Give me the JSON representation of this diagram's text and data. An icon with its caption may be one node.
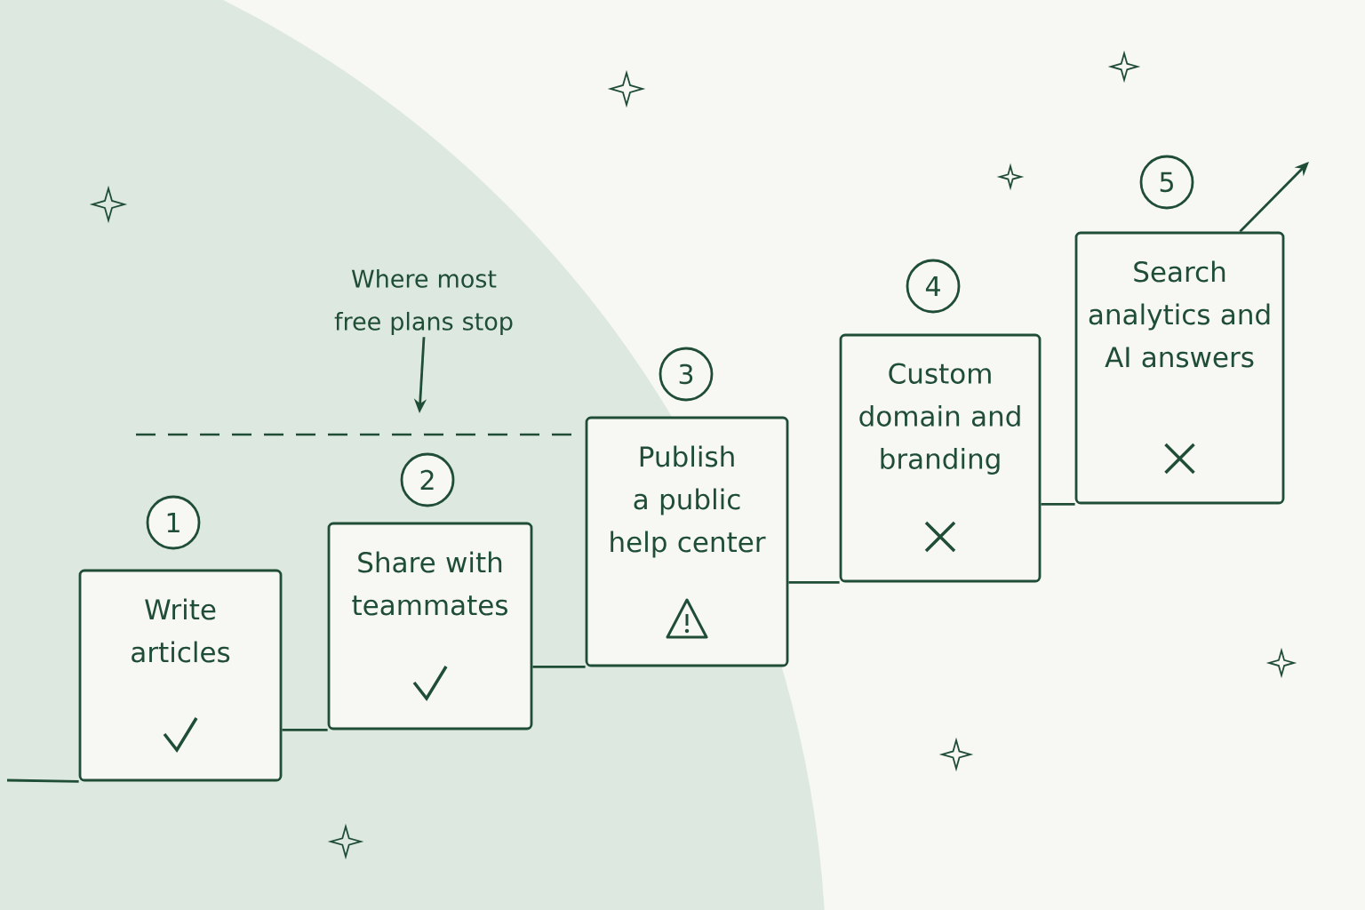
{
  "diagram": {
    "nodes": [
      {
        "text": [
          "Where most free plans stop"
        ]
      },
      {
        "text": [
          "1"
        ]
      },
      {
        "text": [
          "Write articles"
        ]
      },
      {
        "text": [
          "2"
        ]
      },
      {
        "text": [
          "Share with teammates"
        ]
      },
      {
        "text": [
          "3"
        ]
      },
      {
        "text": [
          "Publish a public help center"
        ]
      },
      {
        "text": [
          "4"
        ]
      },
      {
        "text": [
          "Custom domain and branding"
        ]
      },
      {
        "text": [
          "5"
        ]
      },
      {
        "text": [
          "Search analytics and AI answers"
        ]
      }
    ],
    "edges": [
      {
        "from": 0,
        "to": null,
        "arrow": "to"
      },
      {
        "from": null,
        "to": 2,
        "arrow": "none"
      },
      {
        "from": 2,
        "to": 4,
        "arrow": "none"
      },
      {
        "from": 4,
        "to": 6,
        "arrow": "none"
      },
      {
        "from": 6,
        "to": 8,
        "arrow": "none"
      },
      {
        "from": 8,
        "to": 10,
        "arrow": "none"
      },
      {
        "from": 10,
        "to": null,
        "arrow": "to"
      }
    ]
  }
}
